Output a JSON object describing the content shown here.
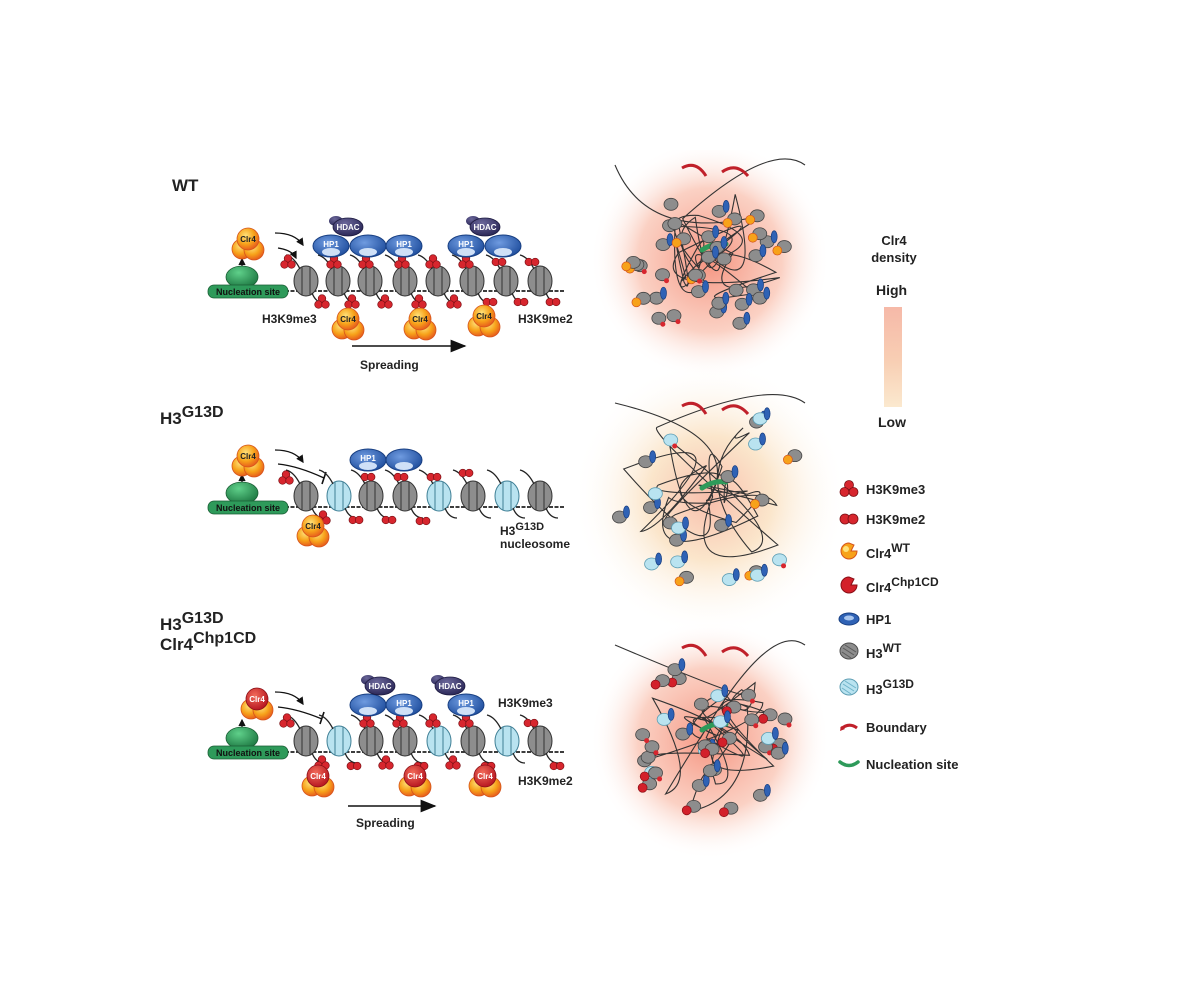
{
  "panels": [
    {
      "id": "wt",
      "title": "WT",
      "labels": {
        "nucleation": "Nucleation site",
        "clr4": "Clr4",
        "hp1": "HP1",
        "hdac": "HDAC",
        "me3": "H3K9me3",
        "me2": "H3K9me2",
        "spreading": "Spreading"
      }
    },
    {
      "id": "g13d",
      "title_base": "H3",
      "title_sup": "G13D",
      "labels": {
        "nucleation": "Nucleation site",
        "clr4": "Clr4",
        "hp1": "HP1",
        "nuc_base": "H3",
        "nuc_sup": "G13D",
        "nuc_word": "nucleosome"
      }
    },
    {
      "id": "chp1cd",
      "title_line1_base": "H3",
      "title_line1_sup": "G13D",
      "title_line2_base": "Clr4",
      "title_line2_sup": "Chp1CD",
      "labels": {
        "nucleation": "Nucleation site",
        "clr4": "Clr4",
        "hp1": "HP1",
        "hdac": "HDAC",
        "me3": "H3K9me3",
        "me2": "H3K9me2",
        "spreading": "Spreading"
      }
    }
  ],
  "density": {
    "title_line1": "Clr4",
    "title_line2": "density",
    "high": "High",
    "low": "Low"
  },
  "legend": [
    {
      "icon": "h3k9me3-icon",
      "text": "H3K9me3",
      "sup": ""
    },
    {
      "icon": "h3k9me2-icon",
      "text": "H3K9me2",
      "sup": ""
    },
    {
      "icon": "clr4-wt-icon",
      "text": "Clr4",
      "sup": "WT"
    },
    {
      "icon": "clr4-chp1cd-icon",
      "text": "Clr4",
      "sup": "Chp1CD"
    },
    {
      "icon": "hp1-icon",
      "text": "HP1",
      "sup": ""
    },
    {
      "icon": "h3-wt-icon",
      "text": "H3",
      "sup": "WT"
    },
    {
      "icon": "h3-g13d-icon",
      "text": "H3",
      "sup": "G13D"
    },
    {
      "icon": "boundary-icon",
      "text": "Boundary",
      "sup": ""
    },
    {
      "icon": "nucleation-site-icon",
      "text": "Nucleation site",
      "sup": ""
    }
  ],
  "colors": {
    "clr4_wt": "#f7a21a",
    "clr4_chp1cd": "#d3202a",
    "hp1": "#2f62b5",
    "h3_wt": "#8d8d8d",
    "h3_g13d": "#b9e3f0",
    "hdac": "#3a3670",
    "nucleation": "#2e9a5a",
    "boundary": "#c0202a",
    "mark": "#d7262e"
  }
}
